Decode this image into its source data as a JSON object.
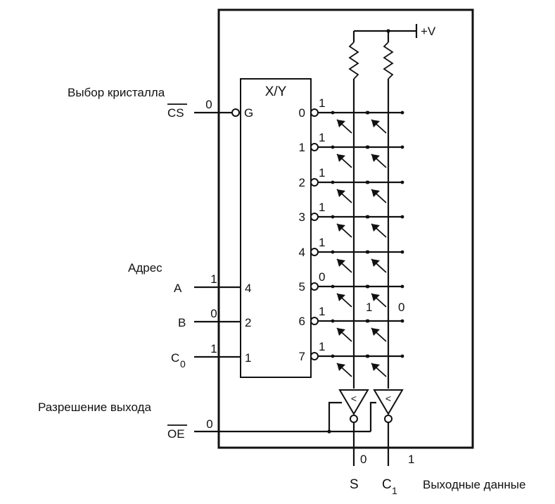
{
  "chip_select": {
    "title": "Выбор кристалла",
    "signal": "CS",
    "value": "0",
    "pin": "G"
  },
  "decoder": {
    "title": "X/Y",
    "inputs": [
      {
        "weight": "4",
        "label": "A",
        "value": "1"
      },
      {
        "weight": "2",
        "label": "B",
        "value": "0"
      },
      {
        "weight": "1",
        "label": "C",
        "label_sub": "0",
        "value": "1"
      }
    ],
    "outputs": [
      {
        "index": "0",
        "value": "1"
      },
      {
        "index": "1",
        "value": "1"
      },
      {
        "index": "2",
        "value": "1"
      },
      {
        "index": "3",
        "value": "1"
      },
      {
        "index": "4",
        "value": "1"
      },
      {
        "index": "5",
        "value": "0"
      },
      {
        "index": "6",
        "value": "1"
      },
      {
        "index": "7",
        "value": "1"
      }
    ]
  },
  "address": {
    "title": "Адрес"
  },
  "supply": {
    "label": "+V"
  },
  "bitlines": {
    "left_value": "1",
    "right_value": "0"
  },
  "output_enable": {
    "title": "Разрешение выхода",
    "signal": "OE",
    "value": "0"
  },
  "outputs": {
    "title": "Выходные данные",
    "bits": [
      {
        "label": "S",
        "label_sub": "",
        "value": "0"
      },
      {
        "label": "C",
        "label_sub": "1",
        "value": "1"
      }
    ]
  }
}
